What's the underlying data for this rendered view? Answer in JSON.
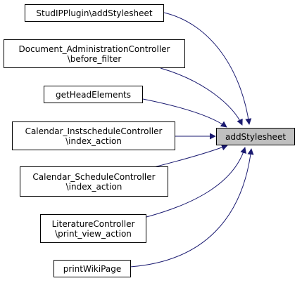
{
  "edge_color": "#191970",
  "target_fill": "#bfbfbf",
  "target": {
    "label": "addStylesheet"
  },
  "callers": [
    {
      "lines": [
        "StudIPPlugin\\addStylesheet"
      ]
    },
    {
      "lines": [
        "Document_AdministrationController",
        "\\before_filter"
      ]
    },
    {
      "lines": [
        "getHeadElements"
      ]
    },
    {
      "lines": [
        "Calendar_InstscheduleController",
        "\\index_action"
      ]
    },
    {
      "lines": [
        "Calendar_ScheduleController",
        "\\index_action"
      ]
    },
    {
      "lines": [
        "LiteratureController",
        "\\print_view_action"
      ]
    },
    {
      "lines": [
        "printWikiPage"
      ]
    }
  ]
}
